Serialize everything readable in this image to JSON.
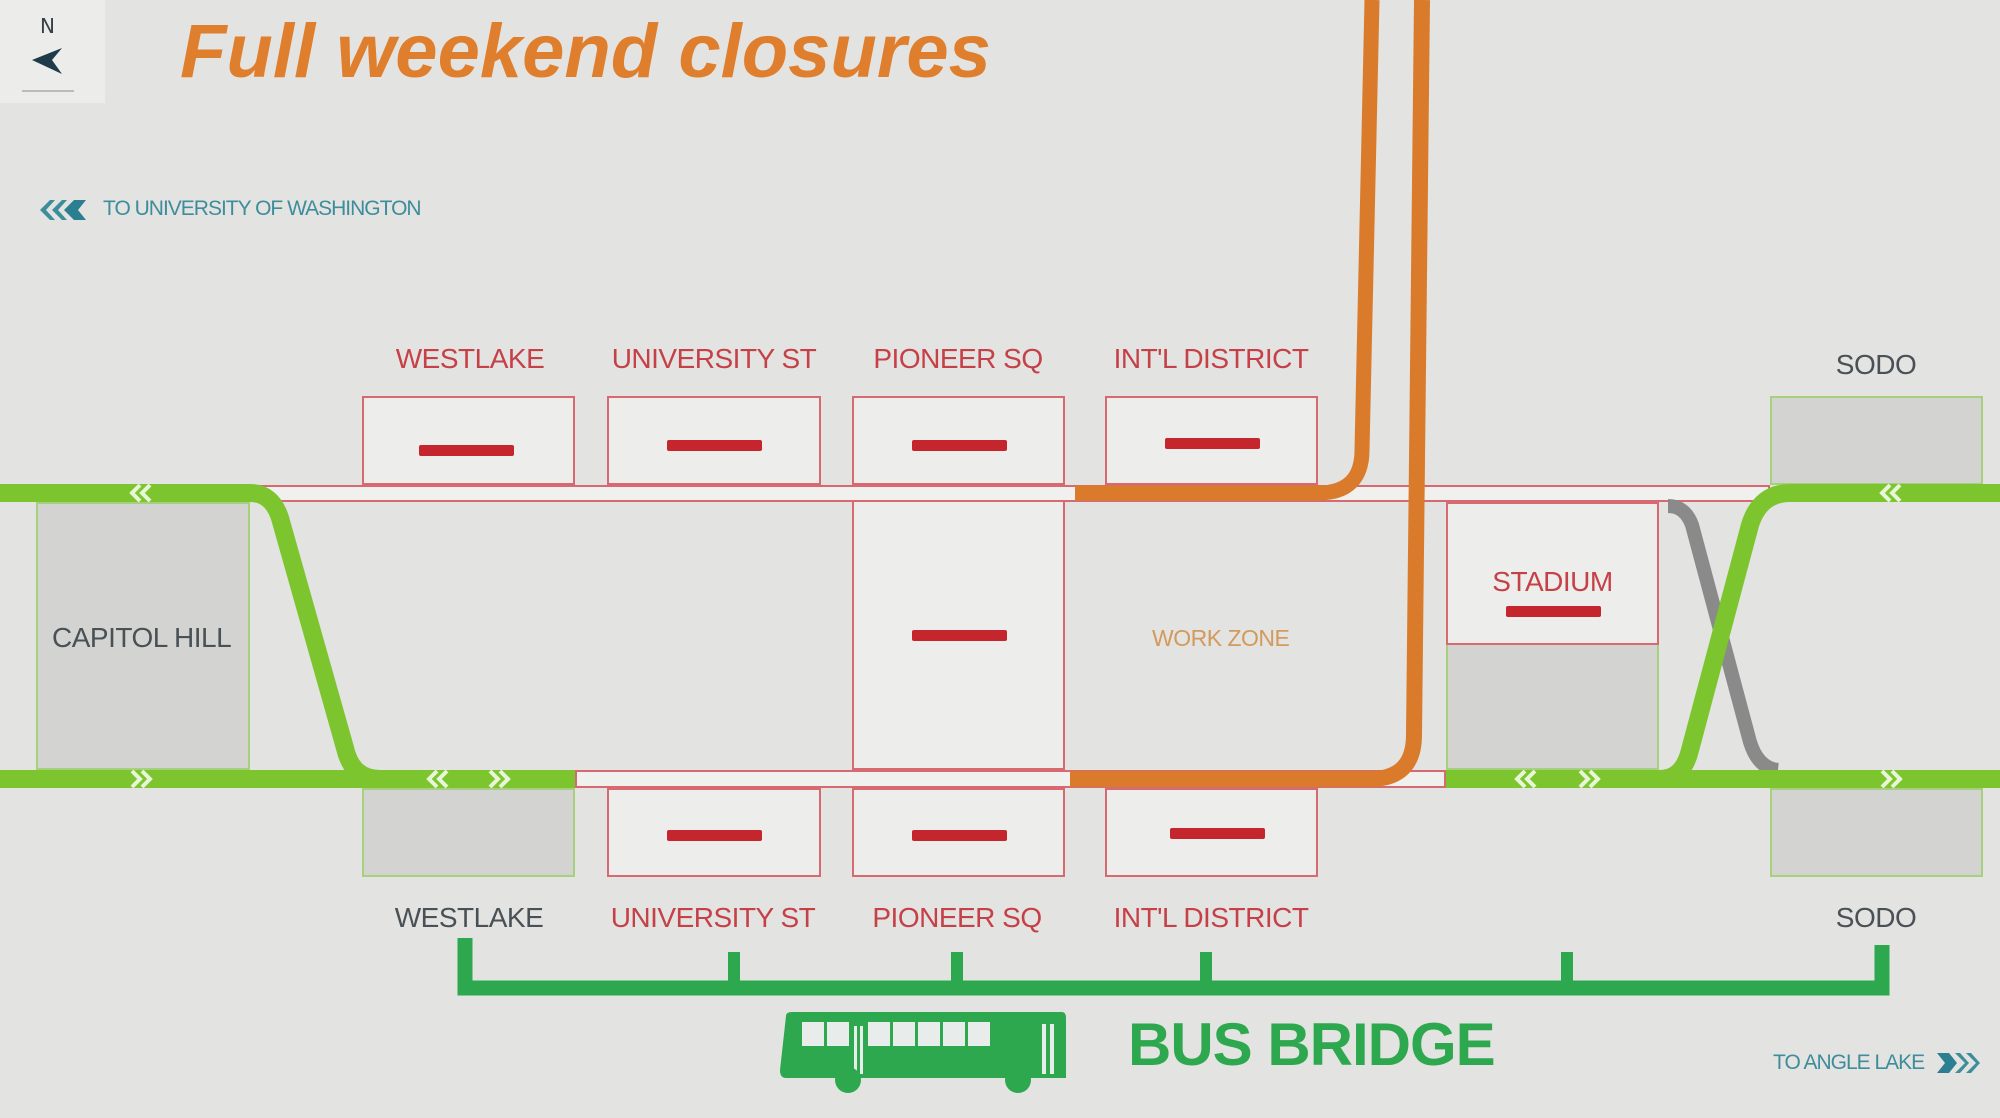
{
  "title": "Full weekend closures",
  "compass": {
    "label": "N",
    "icon": "north-arrow-icon"
  },
  "directions": {
    "north": {
      "label": "TO UNIVERSITY OF WASHINGTON",
      "icon": "triple-chevron-left-icon"
    },
    "south": {
      "label": "TO ANGLE LAKE",
      "icon": "triple-chevron-right-icon"
    }
  },
  "stations_top": [
    {
      "name": "WESTLAKE",
      "status": "closed"
    },
    {
      "name": "UNIVERSITY ST",
      "status": "closed"
    },
    {
      "name": "PIONEER SQ",
      "status": "closed"
    },
    {
      "name": "INT'L DISTRICT",
      "status": "closed"
    },
    {
      "name": "SODO",
      "status": "open"
    }
  ],
  "stations_bottom": [
    {
      "name": "WESTLAKE",
      "status": "open"
    },
    {
      "name": "UNIVERSITY ST",
      "status": "closed"
    },
    {
      "name": "PIONEER SQ",
      "status": "closed"
    },
    {
      "name": "INT'L DISTRICT",
      "status": "closed"
    },
    {
      "name": "SODO",
      "status": "open"
    }
  ],
  "stations_side": [
    {
      "name": "CAPITOL HILL",
      "status": "open"
    },
    {
      "name": "STADIUM",
      "status": "closed"
    }
  ],
  "work_zone_label": "WORK ZONE",
  "bus_bridge": {
    "label": "BUS BRIDGE",
    "stops": [
      "WESTLAKE",
      "UNIVERSITY ST",
      "PIONEER SQ",
      "INT'L DISTRICT",
      "STADIUM",
      "SODO"
    ],
    "icon": "bus-icon"
  },
  "colors": {
    "light_rail_open": "#7cc52f",
    "closed_station": "#c5262d",
    "work_zone_track": "#d97b2b",
    "bus_bridge": "#2ea84f",
    "title": "#df7e2c",
    "crossover": "#8a8a8a",
    "direction_text": "#3d8d9b"
  }
}
